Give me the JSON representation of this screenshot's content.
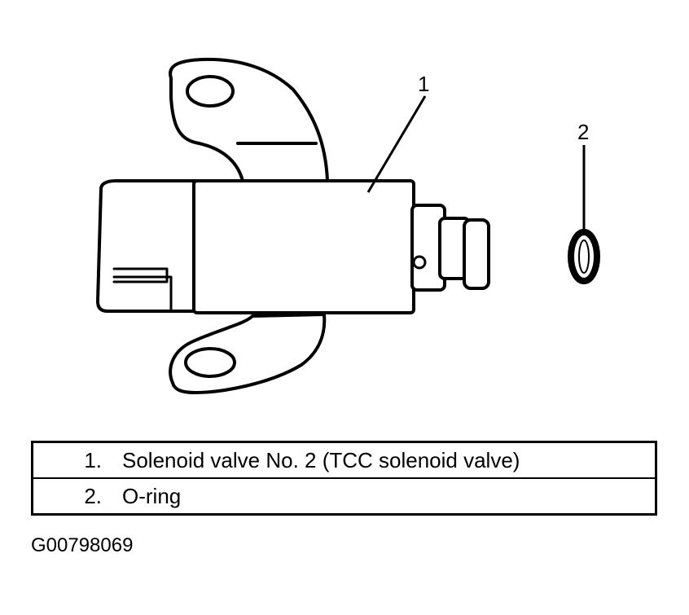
{
  "callouts": {
    "one": "1",
    "two": "2"
  },
  "legend": [
    {
      "num": "1.",
      "text": "Solenoid valve No. 2 (TCC solenoid valve)"
    },
    {
      "num": "2.",
      "text": "O-ring"
    }
  ],
  "figure_id": "G00798069"
}
